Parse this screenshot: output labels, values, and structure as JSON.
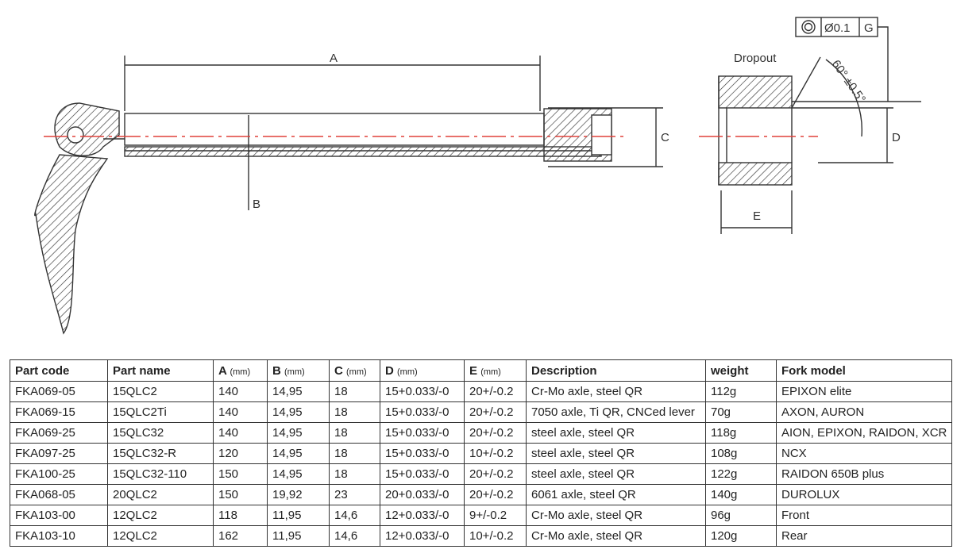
{
  "drawing": {
    "dim_a": "A",
    "dim_b": "B",
    "dim_c": "C",
    "dim_d": "D",
    "dim_e": "E",
    "dropout_label": "Dropout",
    "angle_label": "60° ±0.5°",
    "tolerance": "Ø0.1",
    "datum": "G",
    "centerline_color": "#e0403a"
  },
  "table": {
    "headers": [
      {
        "label": "Part code",
        "unit": ""
      },
      {
        "label": "Part name",
        "unit": ""
      },
      {
        "label": "A",
        "unit": "(mm)"
      },
      {
        "label": "B",
        "unit": "(mm)"
      },
      {
        "label": "C",
        "unit": "(mm)"
      },
      {
        "label": "D",
        "unit": "(mm)"
      },
      {
        "label": "E",
        "unit": "(mm)"
      },
      {
        "label": "Description",
        "unit": ""
      },
      {
        "label": "weight",
        "unit": ""
      },
      {
        "label": "Fork model",
        "unit": ""
      }
    ],
    "rows": [
      [
        "FKA069-05",
        "15QLC2",
        "140",
        "14,95",
        "18",
        "15+0.033/-0",
        "20+/-0.2",
        "Cr-Mo axle, steel QR",
        "112g",
        "EPIXON elite"
      ],
      [
        "FKA069-15",
        "15QLC2Ti",
        "140",
        "14,95",
        "18",
        "15+0.033/-0",
        "20+/-0.2",
        "7050 axle, Ti QR, CNCed lever",
        "70g",
        "AXON, AURON"
      ],
      [
        "FKA069-25",
        "15QLC32",
        "140",
        "14,95",
        "18",
        "15+0.033/-0",
        "20+/-0.2",
        "steel axle, steel QR",
        "118g",
        "AION, EPIXON, RAIDON, XCR"
      ],
      [
        "FKA097-25",
        "15QLC32-R",
        "120",
        "14,95",
        "18",
        "15+0.033/-0",
        "10+/-0.2",
        "steel axle, steel QR",
        "108g",
        "NCX"
      ],
      [
        "FKA100-25",
        "15QLC32-110",
        "150",
        "14,95",
        "18",
        "15+0.033/-0",
        "20+/-0.2",
        "steel axle, steel QR",
        "122g",
        "RAIDON 650B plus"
      ],
      [
        "FKA068-05",
        "20QLC2",
        "150",
        "19,92",
        "23",
        "20+0.033/-0",
        "20+/-0.2",
        "6061 axle, steel QR",
        "140g",
        "DUROLUX"
      ],
      [
        "FKA103-00",
        "12QLC2",
        "118",
        "11,95",
        "14,6",
        "12+0.033/-0",
        "9+/-0.2",
        "Cr-Mo axle, steel QR",
        "96g",
        "Front"
      ],
      [
        "FKA103-10",
        "12QLC2",
        "162",
        "11,95",
        "14,6",
        "12+0.033/-0",
        "10+/-0.2",
        "Cr-Mo axle, steel QR",
        "120g",
        "Rear"
      ]
    ]
  }
}
